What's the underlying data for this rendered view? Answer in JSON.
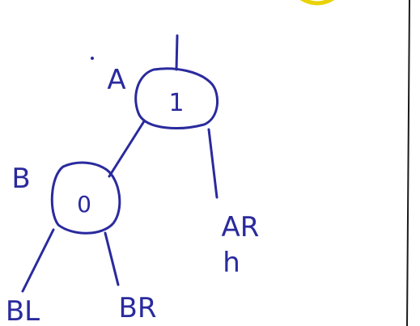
{
  "diagram": {
    "nodes": [
      {
        "id": "A",
        "name_label": "A",
        "balance": "1"
      },
      {
        "id": "B",
        "name_label": "B",
        "balance": "0"
      }
    ],
    "subtrees": [
      {
        "id": "AR",
        "label": "AR",
        "height_label": "h"
      },
      {
        "id": "BL",
        "label": "BL"
      },
      {
        "id": "BR",
        "label": "BR"
      }
    ],
    "edges": [
      {
        "from": "A",
        "to": "B"
      },
      {
        "from": "A",
        "to": "AR"
      },
      {
        "from": "B",
        "to": "BL"
      },
      {
        "from": "B",
        "to": "BR"
      }
    ],
    "colors": {
      "ink": "#2a2a9e",
      "frame": "#1a1a1a",
      "highlighter": "#e8d200"
    }
  }
}
